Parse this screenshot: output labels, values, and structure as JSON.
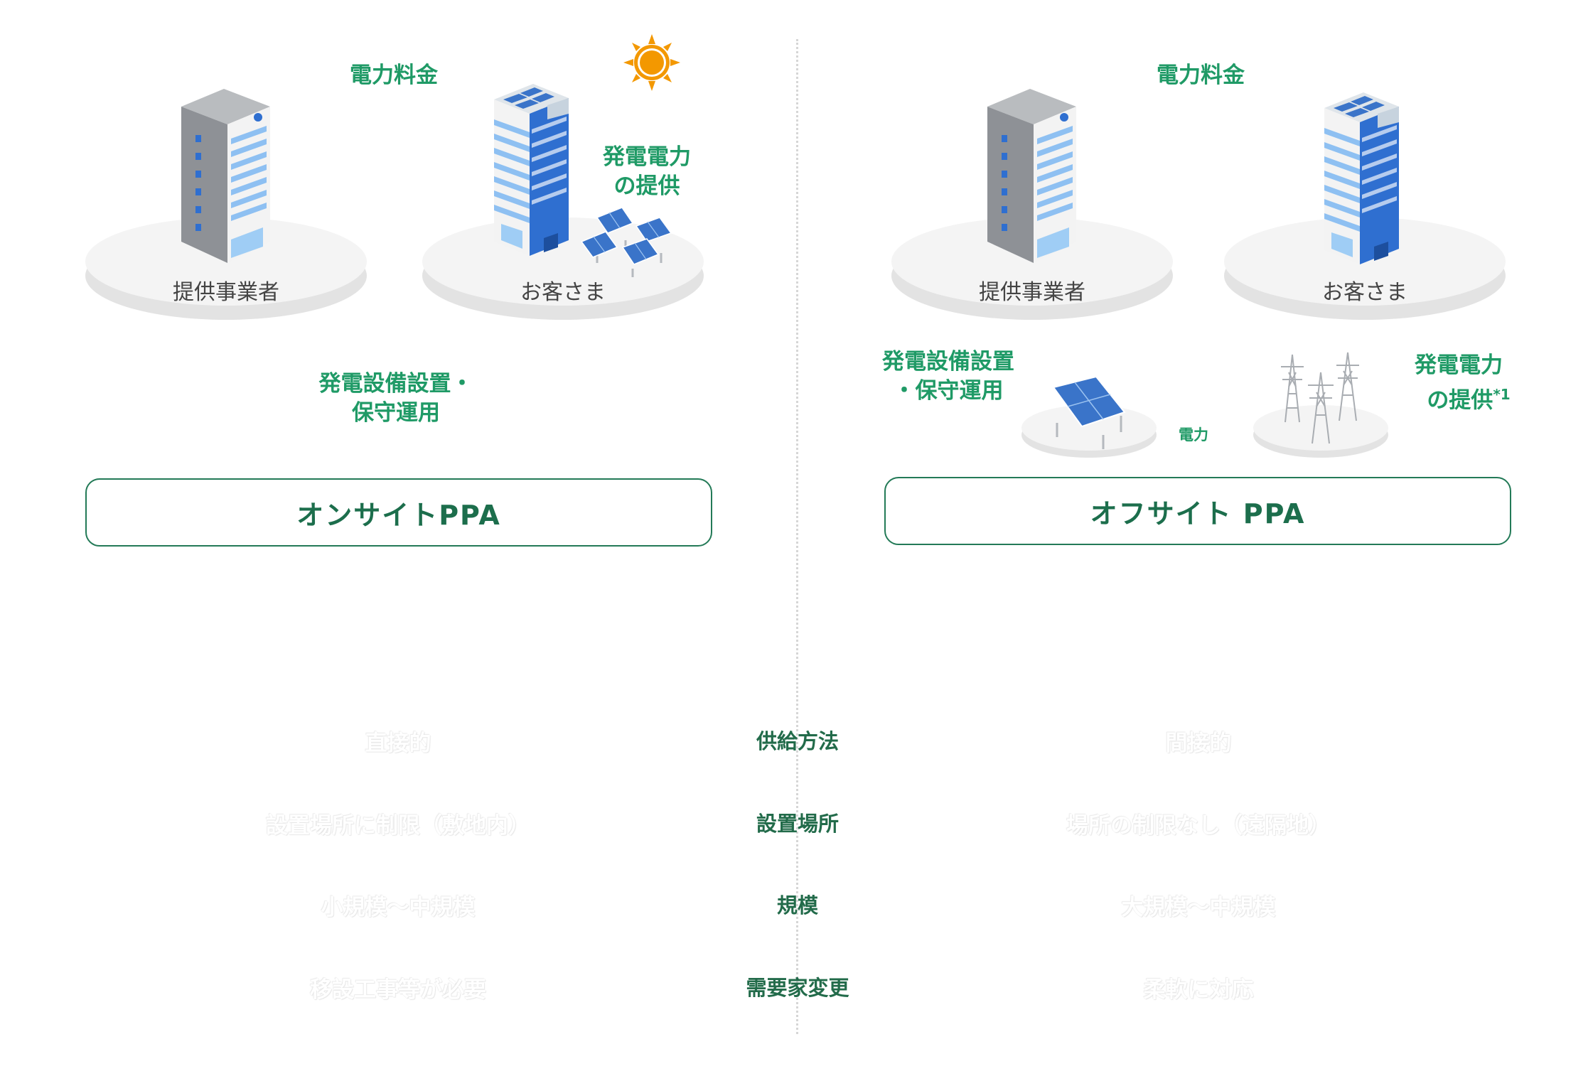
{
  "onsite": {
    "fee_label": "電力料金",
    "provider_label": "提供事業者",
    "customer_label": "お客さま",
    "supply_label": [
      "発電電力",
      "の提供"
    ],
    "install_label": [
      "発電設備設置・",
      "保守運用"
    ],
    "title": "オンサイトPPA"
  },
  "offsite": {
    "fee_label": "電力料金",
    "provider_label": "提供事業者",
    "customer_label": "お客さま",
    "install_label": [
      "発電設備設置",
      "・保守運用"
    ],
    "power_label": "電力",
    "supply_label": [
      "発電電力",
      "の提供"
    ],
    "footnote_mark": "*1",
    "title": "オフサイト PPA"
  },
  "comparison": [
    {
      "label": "供給方法",
      "onsite": "直接的",
      "offsite": "間接的"
    },
    {
      "label": "設置場所",
      "onsite": "設置場所に制限（敷地内）",
      "offsite": "場所の制限なし（遠隔地）"
    },
    {
      "label": "規模",
      "onsite": "小規模〜中規模",
      "offsite": "大規模〜中規模"
    },
    {
      "label": "需要家変更",
      "onsite": "移設工事等が必要",
      "offsite": "柔軟に対応"
    }
  ],
  "icons": [
    "provider-building-icon",
    "customer-building-icon",
    "sun-icon",
    "solar-panel-icon",
    "transmission-tower-icon"
  ],
  "colors": {
    "accent_green": "#1f9a66",
    "frame_green": "#237a57",
    "sun": "#f39800",
    "panel_blue": "#3a74c9"
  }
}
